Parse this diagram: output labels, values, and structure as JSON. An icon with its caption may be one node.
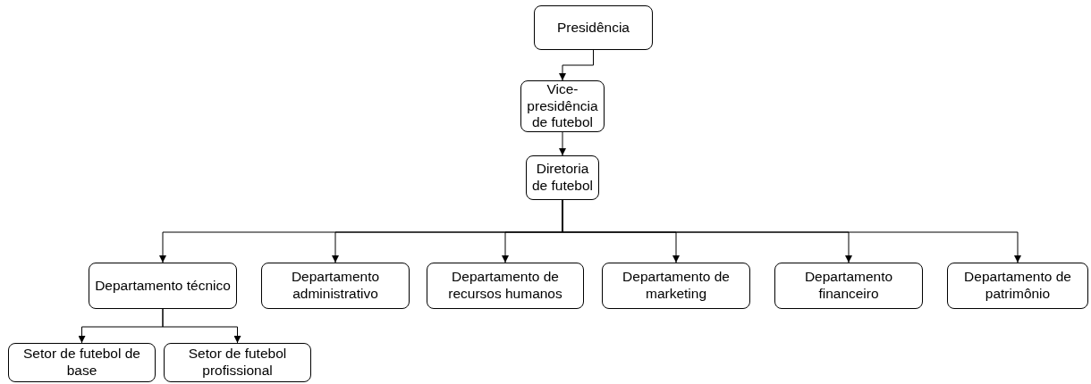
{
  "diagram": {
    "nodes": [
      {
        "text": [
          "Presidência"
        ]
      },
      {
        "text": [
          "Vice-presidência de futebol"
        ]
      },
      {
        "text": [
          "Diretoria de futebol"
        ]
      },
      {
        "text": [
          "Departamento técnico"
        ]
      },
      {
        "text": [
          "Departamento administrativo"
        ]
      },
      {
        "text": [
          "Departamento de recursos humanos"
        ]
      },
      {
        "text": [
          "Departamento de marketing"
        ]
      },
      {
        "text": [
          "Departamento financeiro"
        ]
      },
      {
        "text": [
          "Departamento de patrimônio"
        ]
      },
      {
        "text": [
          "Setor de futebol de base"
        ]
      },
      {
        "text": [
          "Setor de futebol profissional"
        ]
      }
    ],
    "edges": [
      {
        "from": 0,
        "to": 1,
        "arrow": "to"
      },
      {
        "from": 1,
        "to": 2,
        "arrow": "to"
      },
      {
        "from": 2,
        "to": 3,
        "arrow": "to"
      },
      {
        "from": 2,
        "to": 4,
        "arrow": "to"
      },
      {
        "from": 2,
        "to": 5,
        "arrow": "to"
      },
      {
        "from": 2,
        "to": 6,
        "arrow": "to"
      },
      {
        "from": 2,
        "to": 7,
        "arrow": "to"
      },
      {
        "from": 2,
        "to": 8,
        "arrow": "to"
      },
      {
        "from": 3,
        "to": 9,
        "arrow": "to"
      },
      {
        "from": 3,
        "to": 10,
        "arrow": "to"
      }
    ]
  }
}
